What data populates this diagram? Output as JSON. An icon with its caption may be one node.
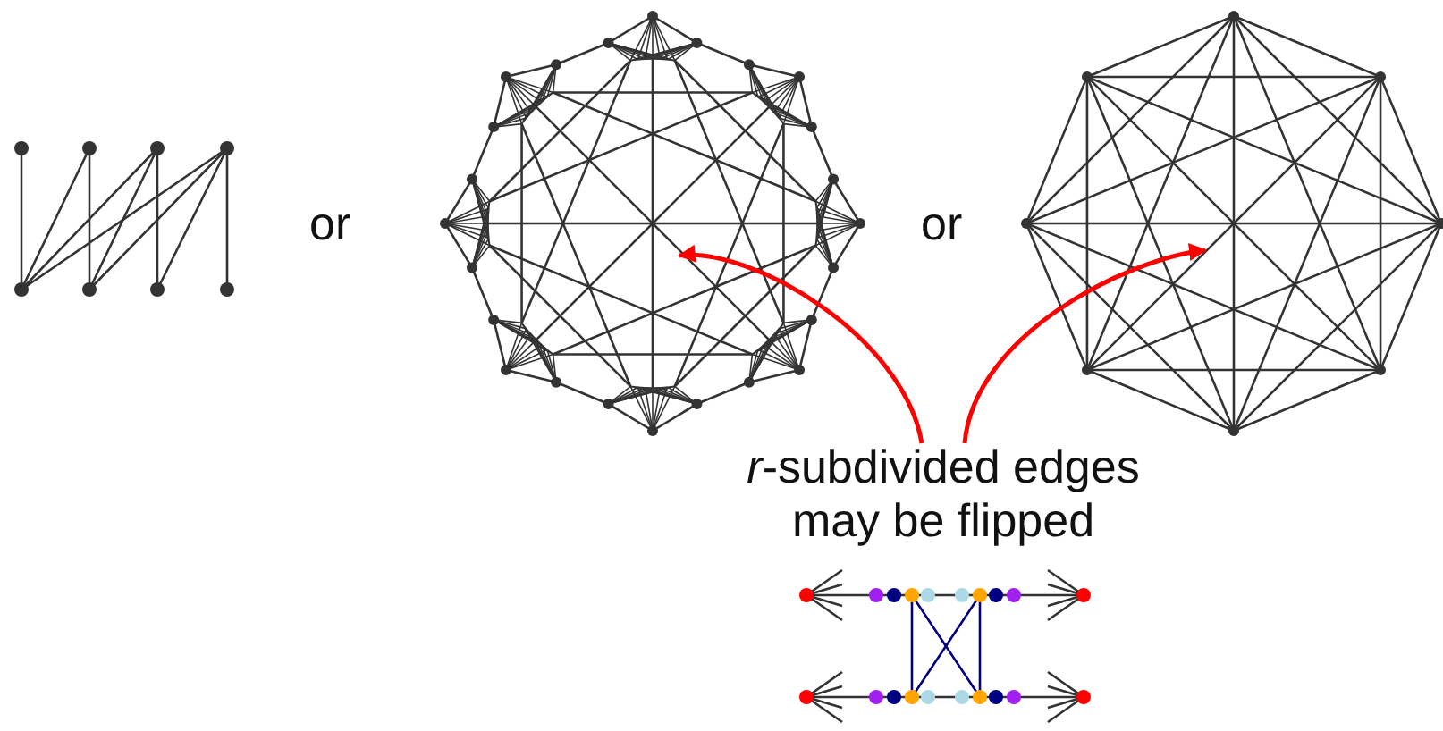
{
  "diagram": {
    "nodes": [
      {
        "text": [],
        "shape": "picture"
      },
      {
        "text": [],
        "shape": "picture"
      },
      {
        "text": [],
        "shape": "picture"
      },
      {
        "text": [
          "*r*-subdivided edges may be flipped"
        ]
      },
      {
        "text": [],
        "shape": "picture"
      }
    ],
    "edges": [
      {
        "from": 3,
        "to": 1,
        "arrow": "to",
        "color": "#ff0000"
      },
      {
        "from": 3,
        "to": 2,
        "arrow": "to",
        "color": "#ff0000"
      }
    ],
    "labels": [
      "or",
      "or"
    ]
  }
}
